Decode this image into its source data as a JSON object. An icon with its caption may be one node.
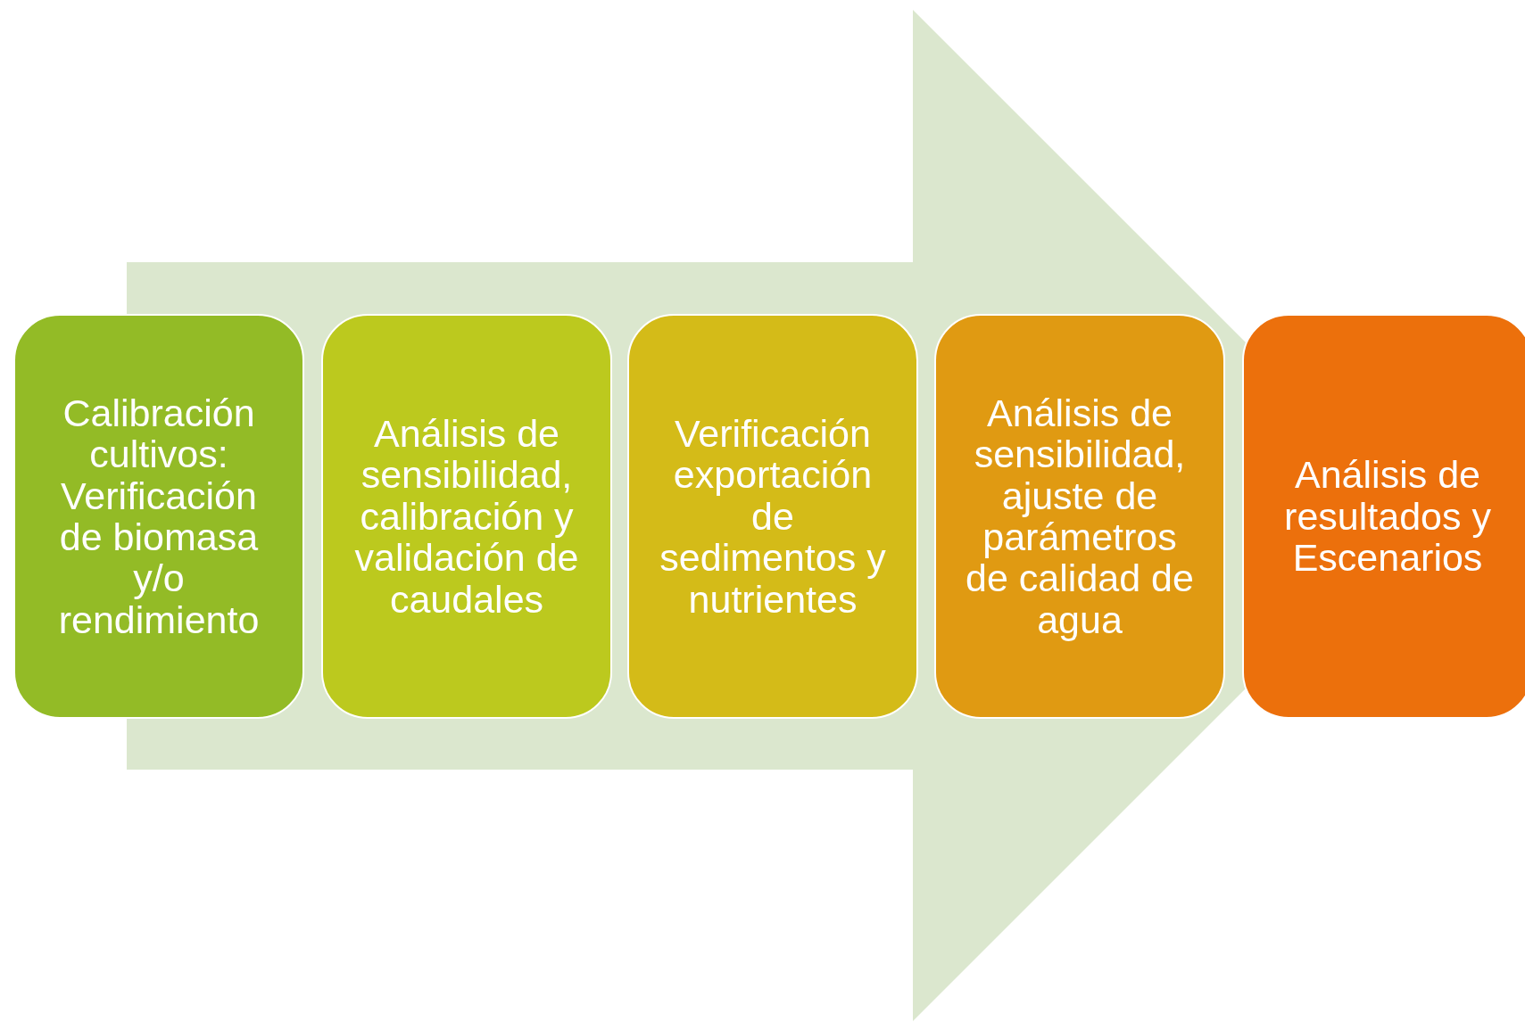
{
  "diagram": {
    "nodes": [
      {
        "text": [
          "Calibración cultivos: Verificación de biomasa y/o rendimiento"
        ]
      },
      {
        "text": [
          "Análisis de sensibilidad, calibración y validación de caudales"
        ]
      },
      {
        "text": [
          "Verificación exportación de sedimentos y nutrientes"
        ]
      },
      {
        "text": [
          "Análisis de sensibilidad, ajuste de parámetros de calidad de agua"
        ]
      },
      {
        "text": [
          "Análisis de resultados y Escenarios"
        ]
      }
    ],
    "edges": [
      {
        "from": 0,
        "to": 4,
        "arrow": "to"
      }
    ]
  }
}
